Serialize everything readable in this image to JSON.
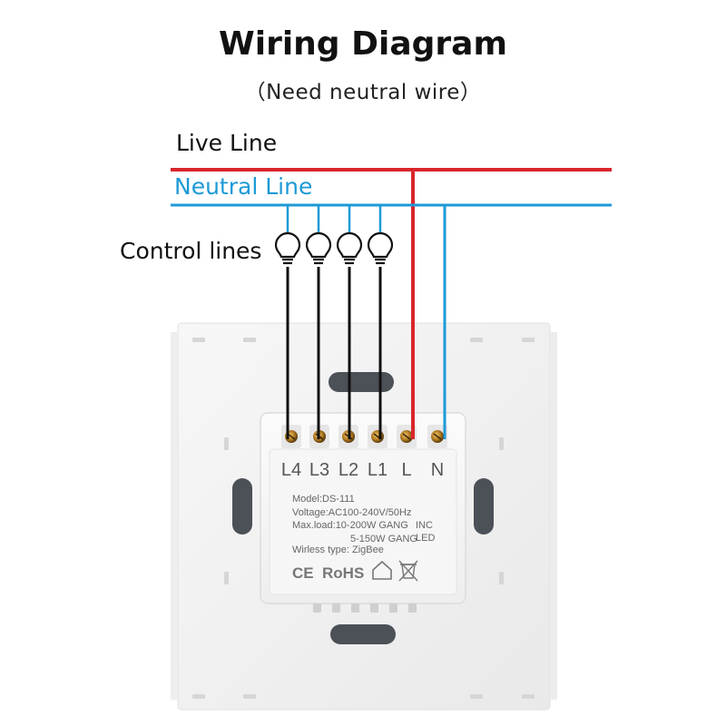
{
  "title": "Wiring Diagram",
  "subtitle": "（Need neutral wire）",
  "labels": {
    "live": "Live Line",
    "neutral": "Neutral Line",
    "control": "Control lines"
  },
  "terminals": [
    "L4",
    "L3",
    "L2",
    "L1",
    "L",
    "N"
  ],
  "specs": {
    "model": "Model:DS-111",
    "voltage": "Voltage:AC100-240V/50Hz",
    "maxload": "Max.load:10-200W GANG",
    "inc": "INC",
    "maxload2": "5-150W GANG",
    "led": "LED",
    "wireless": "Wirless type:",
    "zigbee": "ZigBee"
  },
  "certs": {
    "ce": "CE",
    "rohs": "RoHS"
  },
  "colors": {
    "live": "#d9262c",
    "neutral": "#1e9ad6",
    "control": "#111111"
  },
  "icons": [
    "bulb-icon",
    "house-icon",
    "crossed-bin-icon"
  ]
}
